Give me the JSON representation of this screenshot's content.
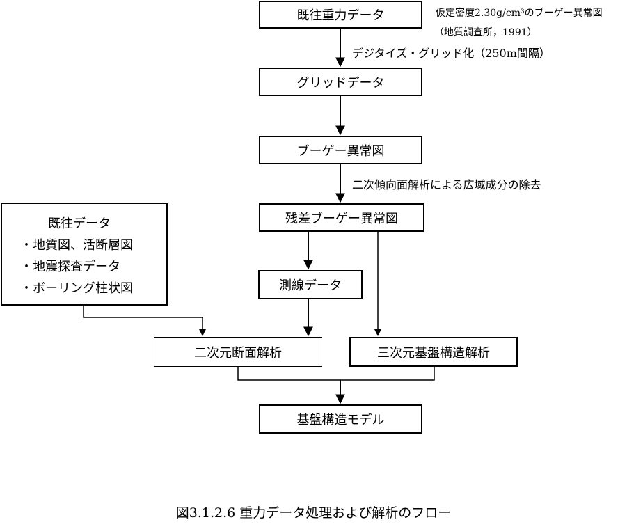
{
  "nodes": {
    "existing_gravity": "既往重力データ",
    "grid_data": "グリッドデータ",
    "bouguer_map": "ブーゲー異常図",
    "residual_bouguer": "残差ブーゲー異常図",
    "survey_line": "測線データ",
    "section_2d": "二次元断面解析",
    "structure_3d": "三次元基盤構造解析",
    "basement_model": "基盤構造モデル"
  },
  "existing_data_box": {
    "title": "既往データ",
    "items": [
      "・地質図、活断層図",
      "・地震探査データ",
      "・ボーリング柱状図"
    ]
  },
  "annotations": {
    "source_line1": "仮定密度2.30g/cm³のブーゲー異常図",
    "source_line2": "（地質調査所，1991）",
    "digitize": "デジタイズ・グリッド化（250m間隔）",
    "trend_removal": "二次傾向面解析による広域成分の除去"
  },
  "caption": "図3.1.2.6  重力データ処理および解析のフロー"
}
